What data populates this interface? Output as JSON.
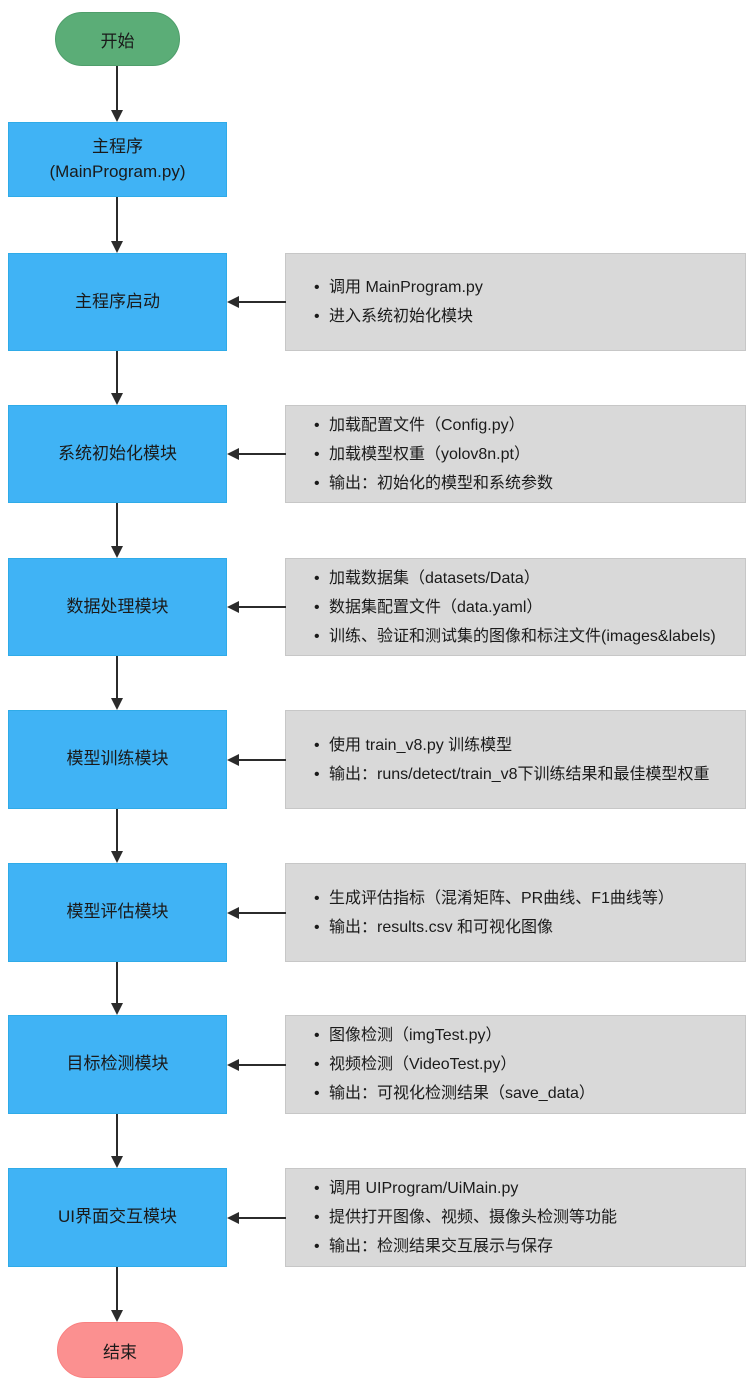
{
  "flow": {
    "start": {
      "label": "开始"
    },
    "main_program": {
      "lines": [
        "主程序",
        "(MainProgram.py)"
      ]
    },
    "steps": [
      {
        "label": "主程序启动",
        "bullets": [
          "调用 MainProgram.py",
          "进入系统初始化模块"
        ]
      },
      {
        "label": "系统初始化模块",
        "bullets": [
          "加载配置文件（Config.py）",
          "加载模型权重（yolov8n.pt）",
          "输出：初始化的模型和系统参数"
        ]
      },
      {
        "label": "数据处理模块",
        "bullets": [
          "加载数据集（datasets/Data）",
          "数据集配置文件（data.yaml）",
          "训练、验证和测试集的图像和标注文件(images&labels)"
        ]
      },
      {
        "label": "模型训练模块",
        "bullets": [
          "使用 train_v8.py 训练模型",
          "输出：runs/detect/train_v8下训练结果和最佳模型权重"
        ]
      },
      {
        "label": "模型评估模块",
        "bullets": [
          "生成评估指标（混淆矩阵、PR曲线、F1曲线等）",
          "输出：results.csv 和可视化图像"
        ]
      },
      {
        "label": "目标检测模块",
        "bullets": [
          "图像检测（imgTest.py）",
          "视频检测（VideoTest.py）",
          "输出：可视化检测结果（save_data）"
        ]
      },
      {
        "label": "UI界面交互模块",
        "bullets": [
          "调用 UIProgram/UiMain.py",
          "提供打开图像、视频、摄像头检测等功能",
          "输出：检测结果交互展示与保存"
        ]
      }
    ],
    "end": {
      "label": "结束"
    }
  },
  "colors": {
    "process_fill": "#40B3F5",
    "process_border": "#2FABE8",
    "note_fill": "#D9D9D9",
    "note_border": "#C7C7C7",
    "start_fill": "#5BAD77",
    "start_border": "#4F9E6B",
    "end_fill": "#FB9090",
    "end_border": "#F98080",
    "arrow": "#2B2B2B"
  }
}
